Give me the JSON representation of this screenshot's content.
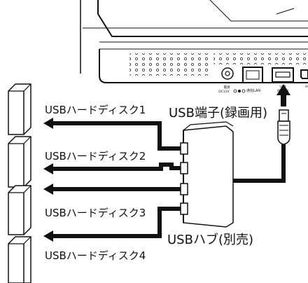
{
  "device_ports": {
    "power_label": "電源",
    "power_sub": "DC12V",
    "lan_label": "通信LAN",
    "usb_label": "USB",
    "usb_sub": "(録画用)",
    "hdmi_label": "HD"
  },
  "callouts": {
    "usb_port": "USB端子(録画用)",
    "usb_hub": "USBハブ(別売)"
  },
  "disks": [
    {
      "label": "USBハードディスク1"
    },
    {
      "label": "USBハードディスク2"
    },
    {
      "label": "USBハードディスク3"
    },
    {
      "label": "USBハードディスク4"
    }
  ]
}
